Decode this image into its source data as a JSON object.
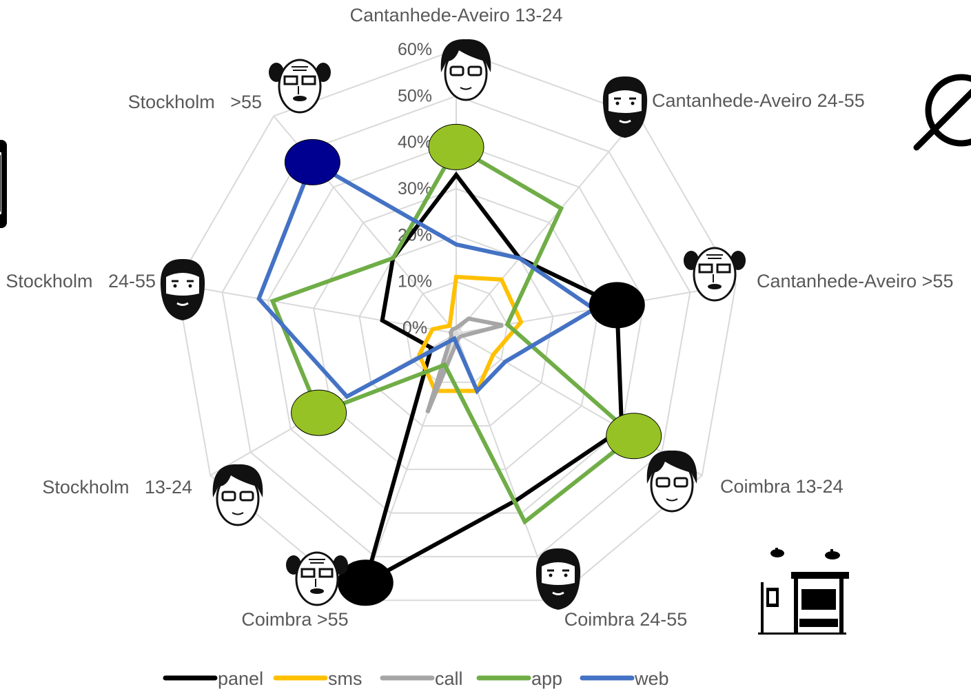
{
  "chart_data": {
    "type": "radar",
    "categories": [
      "Cantanhede-Aveiro 13-24",
      "Cantanhede-Aveiro 24-55",
      "Cantanhede-Aveiro >55",
      "Coimbra 13-24",
      "Coimbra 24-55",
      "Coimbra >55",
      "Stockholm   13-24",
      "Stockholm   24-55",
      "Stockholm   >55"
    ],
    "ticks": [
      "0%",
      "10%",
      "20%",
      "30%",
      "40%",
      "50%",
      "60%"
    ],
    "rlim": [
      0,
      60
    ],
    "grid": true,
    "legend_position": "bottom",
    "series": [
      {
        "name": "panel",
        "color": "#000000",
        "values": [
          33,
          20,
          34,
          40,
          37,
          56,
          5,
          15,
          20
        ]
      },
      {
        "name": "sms",
        "color": "#FFC000",
        "values": [
          11,
          14,
          13,
          8,
          12,
          12,
          8,
          4,
          1
        ]
      },
      {
        "name": "call",
        "color": "#A6A6A6",
        "values": [
          0,
          3,
          9,
          0,
          0,
          17,
          0,
          0,
          0
        ]
      },
      {
        "name": "app",
        "color": "#70AD47",
        "values": [
          39,
          34,
          10,
          43,
          42,
          6,
          33,
          39,
          20
        ]
      },
      {
        "name": "web",
        "color": "#4472C4",
        "values": [
          18,
          20,
          29,
          11,
          12,
          0,
          26,
          42,
          47
        ]
      }
    ],
    "highlights": [
      {
        "series": "web",
        "category": 8,
        "color": "#000090"
      },
      {
        "series": "app",
        "category": 0,
        "color": "#97C225"
      },
      {
        "series": "panel",
        "category": 2,
        "color": "#000000"
      },
      {
        "series": "app",
        "category": 3,
        "color": "#97C225"
      },
      {
        "series": "panel",
        "category": 5,
        "color": "#000000"
      },
      {
        "series": "app",
        "category": 6,
        "color": "#97C225"
      }
    ]
  },
  "icons": {
    "faces": [
      "young-face-glasses-icon",
      "bearded-face-icon",
      "old-face-glasses-icon",
      "young-face-glasses-icon",
      "bearded-face-icon",
      "old-face-glasses-icon",
      "young-face-glasses-icon",
      "bearded-face-icon",
      "old-face-glasses-icon"
    ],
    "phone": "smartphone-icon",
    "no_symbol": "prohibited-sign-icon",
    "bus_stop": "bus-stop-icon"
  }
}
